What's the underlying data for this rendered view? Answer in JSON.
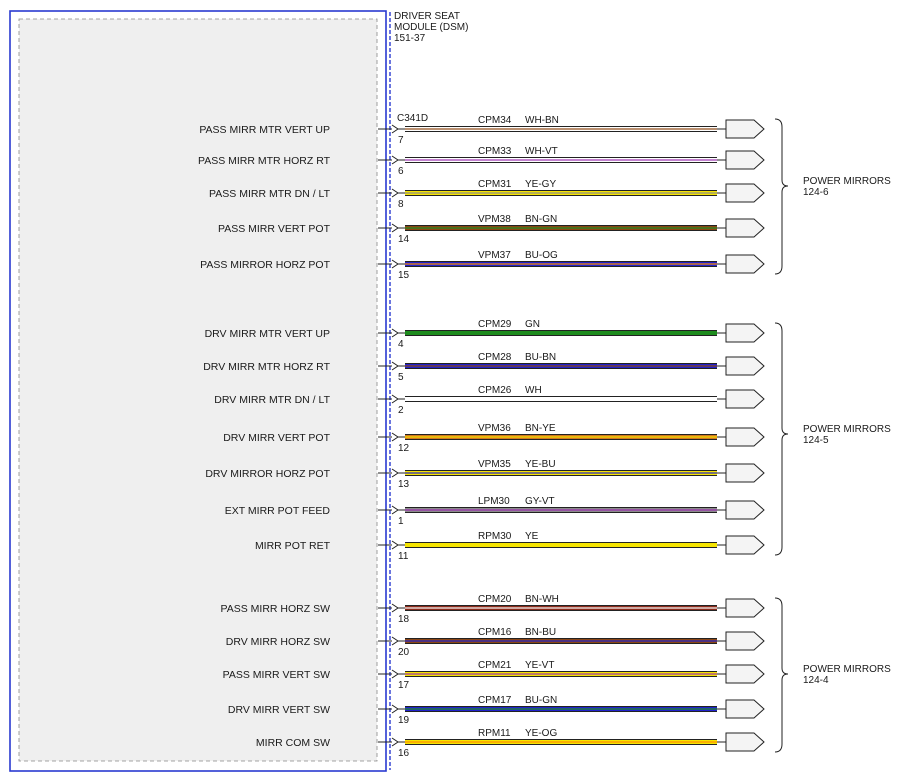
{
  "module": {
    "title_lines": [
      "DRIVER SEAT",
      "MODULE (DSM)",
      "151-37"
    ]
  },
  "connector": {
    "id": "C341D"
  },
  "groups": [
    {
      "label": "POWER MIRRORS",
      "ref": "124-6",
      "wires": [
        {
          "label": "PASS MIRR MTR VERT UP",
          "pin": "7",
          "circuit": "CPM34",
          "color_code": "WH-BN",
          "colors": [
            "#ffffff",
            "#8b4513"
          ]
        },
        {
          "label": "PASS MIRR MTR HORZ RT",
          "pin": "6",
          "circuit": "CPM33",
          "color_code": "WH-VT",
          "colors": [
            "#ffffff",
            "#9b30b0"
          ]
        },
        {
          "label": "PASS MIRR MTR DN / LT",
          "pin": "8",
          "circuit": "CPM31",
          "color_code": "YE-GY",
          "colors": [
            "#f5e400",
            "#8c8c8c"
          ]
        },
        {
          "label": "PASS MIRR VERT POT",
          "pin": "14",
          "circuit": "VPM38",
          "color_code": "BN-GN",
          "colors": [
            "#8b4513",
            "#1e8c1e"
          ]
        },
        {
          "label": "PASS MIRROR HORZ POT",
          "pin": "15",
          "circuit": "VPM37",
          "color_code": "BU-OG",
          "colors": [
            "#2222cc",
            "#ff8c00"
          ]
        }
      ]
    },
    {
      "label": "POWER MIRRORS",
      "ref": "124-5",
      "wires": [
        {
          "label": "DRV MIRR MTR VERT UP",
          "pin": "4",
          "circuit": "CPM29",
          "color_code": "GN",
          "colors": [
            "#1e8c1e"
          ]
        },
        {
          "label": "DRV MIRR MTR HORZ RT",
          "pin": "5",
          "circuit": "CPM28",
          "color_code": "BU-BN",
          "colors": [
            "#2222cc",
            "#8b4513"
          ]
        },
        {
          "label": "DRV MIRR MTR DN / LT",
          "pin": "2",
          "circuit": "CPM26",
          "color_code": "WH",
          "colors": [
            "#ffffff"
          ]
        },
        {
          "label": "DRV MIRR VERT POT",
          "pin": "12",
          "circuit": "VPM36",
          "color_code": "BN-YE",
          "colors": [
            "#d4781e",
            "#f5e400"
          ]
        },
        {
          "label": "DRV MIRROR HORZ POT",
          "pin": "13",
          "circuit": "VPM35",
          "color_code": "YE-BU",
          "colors": [
            "#f5e400",
            "#2222cc"
          ]
        },
        {
          "label": "EXT MIRR POT FEED",
          "pin": "1",
          "circuit": "LPM30",
          "color_code": "GY-VT",
          "colors": [
            "#8c8c8c",
            "#9b30b0"
          ]
        },
        {
          "label": "MIRR POT RET",
          "pin": "11",
          "circuit": "RPM30",
          "color_code": "YE",
          "colors": [
            "#f5e400"
          ]
        }
      ]
    },
    {
      "label": "POWER MIRRORS",
      "ref": "124-4",
      "wires": [
        {
          "label": "PASS MIRR HORZ SW",
          "pin": "18",
          "circuit": "CPM20",
          "color_code": "BN-WH",
          "colors": [
            "#8b2a1a",
            "#ffffff"
          ]
        },
        {
          "label": "DRV MIRR HORZ SW",
          "pin": "20",
          "circuit": "CPM16",
          "color_code": "BN-BU",
          "colors": [
            "#8b4513",
            "#2222cc"
          ]
        },
        {
          "label": "PASS MIRR VERT SW",
          "pin": "17",
          "circuit": "CPM21",
          "color_code": "YE-VT",
          "colors": [
            "#f5e400",
            "#9b30b0"
          ]
        },
        {
          "label": "DRV MIRR VERT SW",
          "pin": "19",
          "circuit": "CPM17",
          "color_code": "BU-GN",
          "colors": [
            "#2222cc",
            "#1e8c1e"
          ]
        },
        {
          "label": "MIRR COM SW",
          "pin": "16",
          "circuit": "RPM11",
          "color_code": "YE-OG",
          "colors": [
            "#f5e400",
            "#ff8c00"
          ]
        }
      ]
    }
  ]
}
